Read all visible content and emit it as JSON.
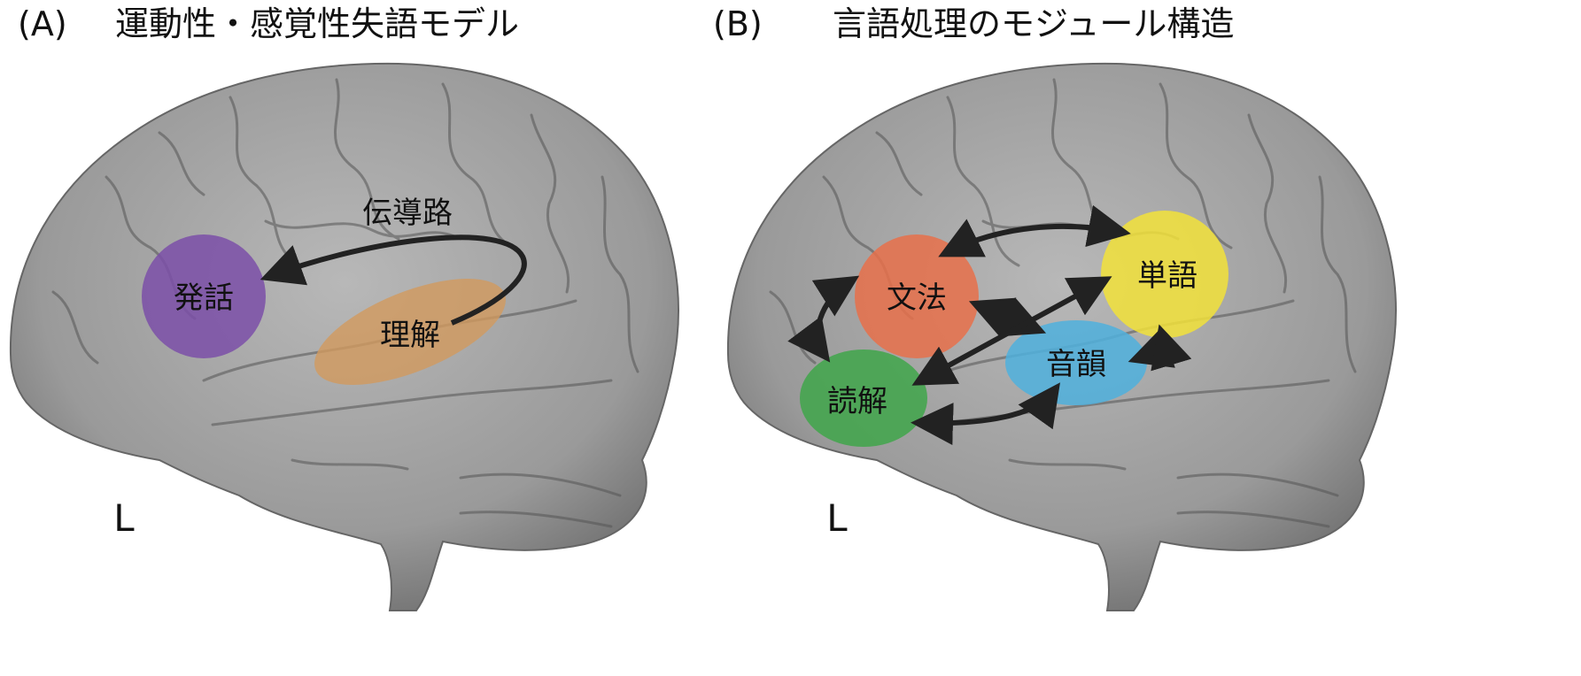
{
  "panel_a": {
    "label": "(A)",
    "title": "運動性・感覚性失語モデル",
    "regions": [
      {
        "name": "発話",
        "color": "#7b4fa8"
      },
      {
        "name": "理解",
        "color": "#d29a5e"
      }
    ],
    "pathway_label": "伝導路",
    "hemisphere": "L"
  },
  "panel_b": {
    "label": "(B)",
    "title": "言語処理のモジュール構造",
    "modules": [
      {
        "name": "文法",
        "color": "#e8704a"
      },
      {
        "name": "単語",
        "color": "#f2e23a"
      },
      {
        "name": "音韻",
        "color": "#4fb0dd"
      },
      {
        "name": "読解",
        "color": "#3fa64a"
      }
    ],
    "hemisphere": "L"
  }
}
